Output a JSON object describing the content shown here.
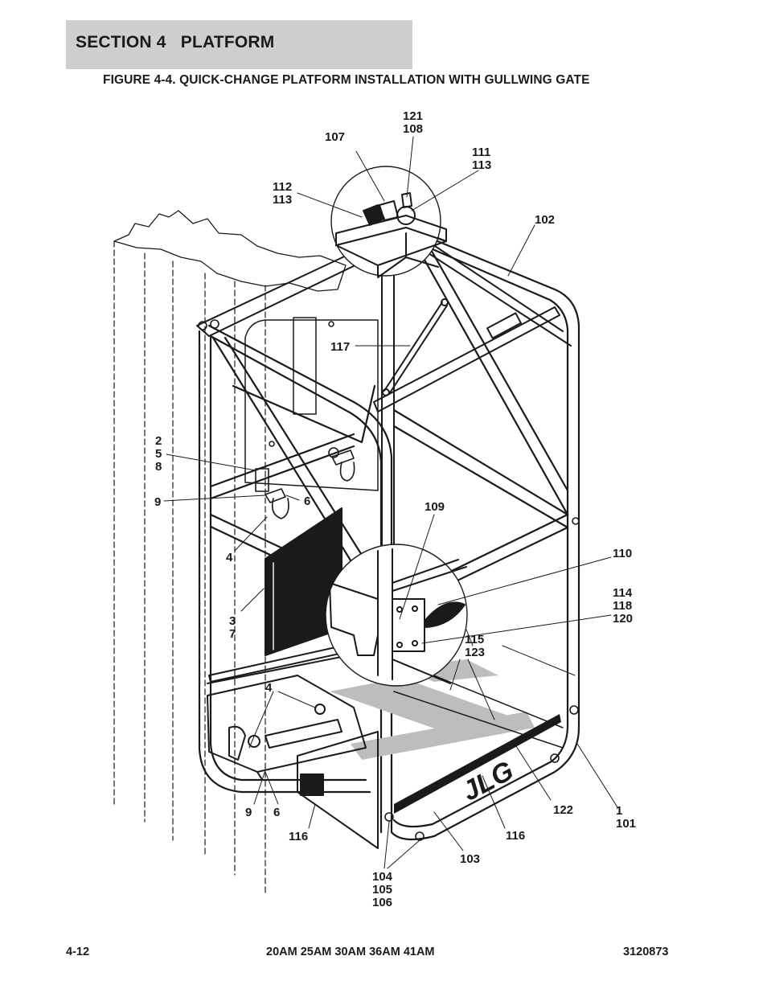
{
  "header": {
    "section": "SECTION 4   PLATFORM",
    "figure_title": "FIGURE 4-4. QUICK-CHANGE PLATFORM INSTALLATION WITH GULLWING GATE"
  },
  "callouts": {
    "c121_108": [
      "121",
      "108"
    ],
    "c107": [
      "107"
    ],
    "c111_113": [
      "111",
      "113"
    ],
    "c112_113": [
      "112",
      "113"
    ],
    "c102": [
      "102"
    ],
    "c117": [
      "117"
    ],
    "c2_5_8": [
      "2",
      "5",
      "8"
    ],
    "c9a": [
      "9"
    ],
    "c6a": [
      "6"
    ],
    "c109": [
      "109"
    ],
    "c4a": [
      "4"
    ],
    "c110": [
      "110"
    ],
    "c114_118_120": [
      "114",
      "118",
      "120"
    ],
    "c3_7": [
      "3",
      "7"
    ],
    "c115_123": [
      "115",
      "123"
    ],
    "c4b": [
      "4"
    ],
    "c1_101": [
      "1",
      "101"
    ],
    "c122": [
      "122"
    ],
    "c9b": [
      "9"
    ],
    "c6b": [
      "6"
    ],
    "c116a": [
      "116"
    ],
    "c116b": [
      "116"
    ],
    "c103": [
      "103"
    ],
    "c104_105_106": [
      "104",
      "105",
      "106"
    ]
  },
  "brand_logo": "JLG",
  "footer": {
    "page": "4-12",
    "models": "20AM 25AM 30AM 36AM 41AM",
    "doc_number": "3120873"
  }
}
